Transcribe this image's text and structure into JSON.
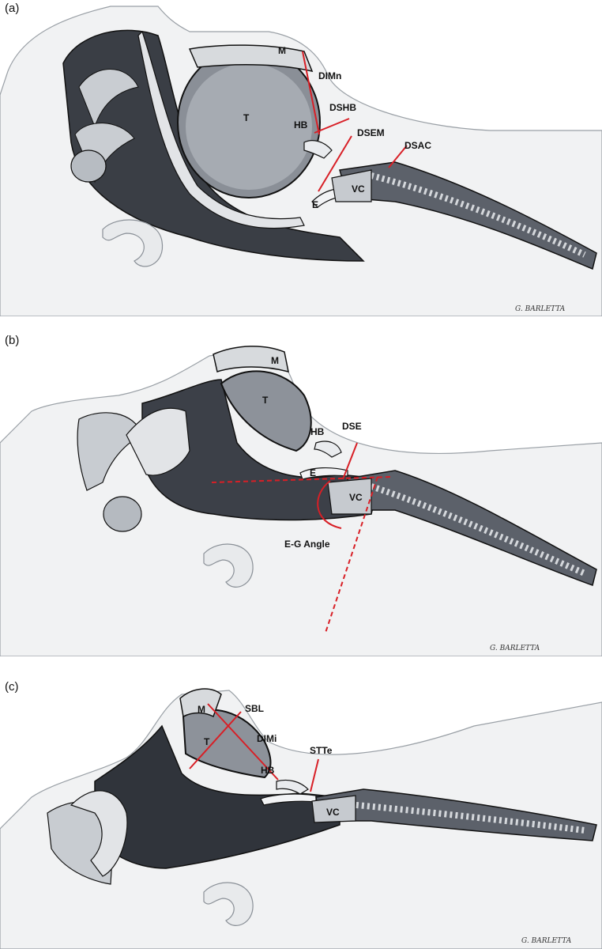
{
  "panels": [
    {
      "letter": "(a)",
      "labels": {
        "M": "M",
        "T": "T",
        "HB": "HB",
        "E": "E",
        "VC": "VC",
        "DIMn": "DIMn",
        "DSHB": "DSHB",
        "DSEM": "DSEM",
        "DSAC": "DSAC"
      },
      "signature": "G. BARLETTA"
    },
    {
      "letter": "(b)",
      "labels": {
        "M": "M",
        "T": "T",
        "HB": "HB",
        "E": "E",
        "VC": "VC",
        "DSE": "DSE",
        "EG": "E-G Angle"
      },
      "signature": "G. BARLETTA"
    },
    {
      "letter": "(c)",
      "labels": {
        "M": "M",
        "T": "T",
        "HB": "HB",
        "VC": "VC",
        "SBL": "SBL",
        "DIMi": "DIMi",
        "STTe": "STTe"
      },
      "signature": "G. BARLETTA"
    }
  ],
  "colors": {
    "measure": "#d81f26",
    "tissue_dark": "#2a2d33",
    "tissue_mid": "#7a808a",
    "tissue_light": "#d9dce0",
    "skin": "#f4f5f6",
    "outline": "#1a1a1a"
  }
}
